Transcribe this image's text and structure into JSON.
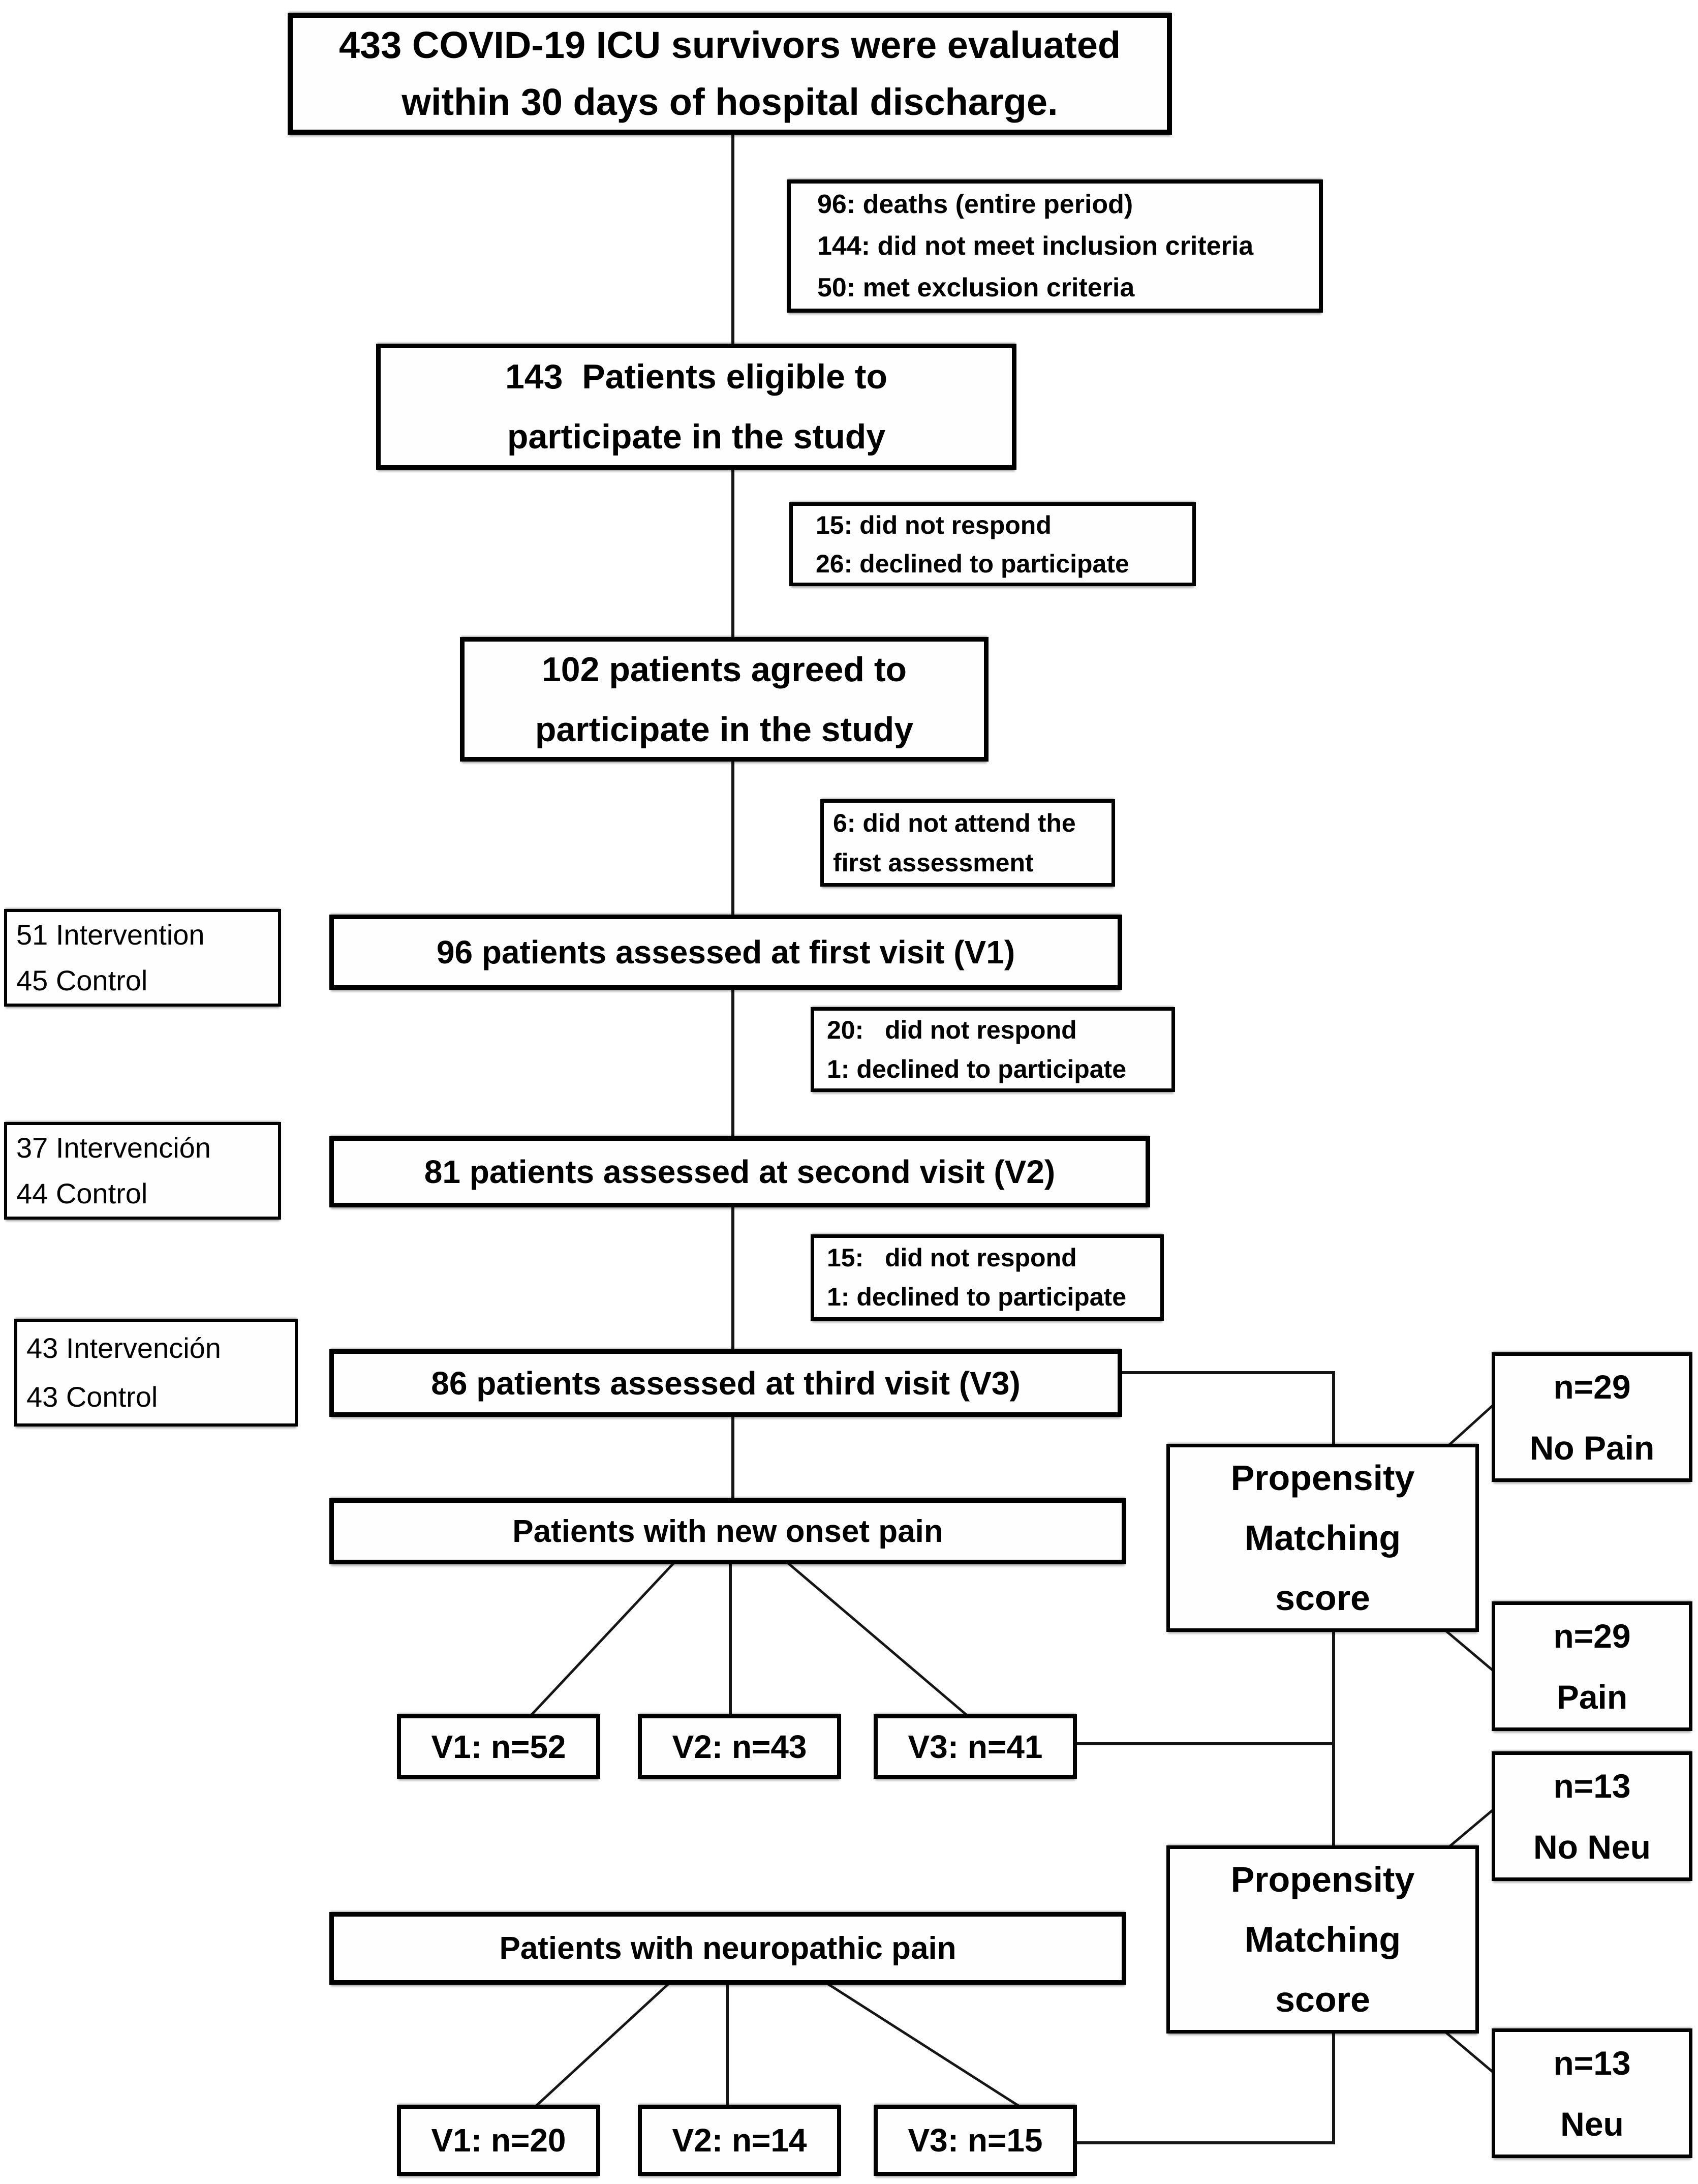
{
  "figure_type": "patient-flow-diagram",
  "colors": {
    "background": "#ffffff",
    "box_fill": "#fefefe",
    "box_border": "#000000",
    "text": "#000000",
    "connector": "#161616"
  },
  "boxes": {
    "evaluated": [
      "433 COVID-19 ICU survivors were evaluated",
      "within 30 days of hospital discharge."
    ],
    "excl_initial": [
      "96: deaths (entire period)",
      "144: did not meet inclusion criteria",
      "50: met exclusion criteria"
    ],
    "eligible": [
      "143  Patients eligible to",
      "participate in the study"
    ],
    "excl_eligible": [
      "15: did not respond",
      "26: declined to participate"
    ],
    "agreed": [
      "102 patients agreed to",
      "participate in the study"
    ],
    "excl_agreed": [
      "6: did not attend the",
      "first assessment"
    ],
    "group_v1": [
      "51 Intervention",
      "45 Control"
    ],
    "visit1": "96 patients assessed at first visit (V1)",
    "excl_v1": [
      "20:   did not respond",
      "1: declined to participate"
    ],
    "group_v2": [
      "37 Intervención",
      "44 Control"
    ],
    "visit2": "81 patients assessed at second visit (V2)",
    "excl_v2": [
      "15:   did not respond",
      "1: declined to participate"
    ],
    "group_v3": [
      "43 Intervención",
      "43 Control"
    ],
    "visit3": "86 patients assessed at third visit (V3)",
    "onset_pain": "Patients with new onset pain",
    "onset_v1": "V1: n=52",
    "onset_v2": "V2: n=43",
    "onset_v3": "V3: n=41",
    "propensity1": [
      "Propensity",
      "Matching",
      "score"
    ],
    "no_pain": [
      "n=29",
      "No Pain"
    ],
    "pain": [
      "n=29",
      "Pain"
    ],
    "neuropathic_pain": "Patients with neuropathic pain",
    "neuro_v1": "V1: n=20",
    "neuro_v2": "V2: n=14",
    "neuro_v3": "V3: n=15",
    "propensity2": [
      "Propensity",
      "Matching",
      "score"
    ],
    "no_neu": [
      "n=13",
      "No Neu"
    ],
    "neu": [
      "n=13",
      "Neu"
    ]
  }
}
